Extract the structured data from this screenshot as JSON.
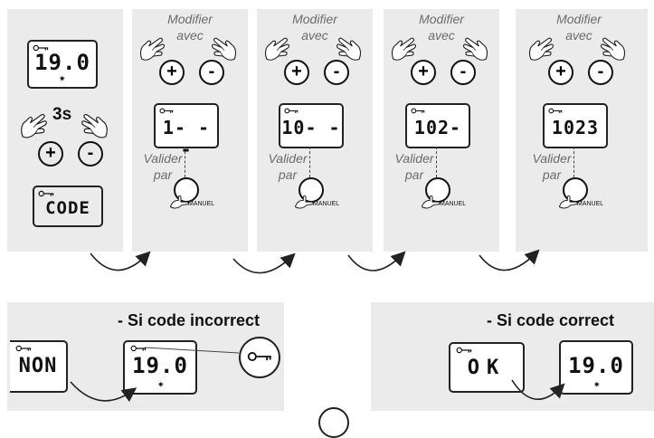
{
  "step1": {
    "display": "19.0",
    "hold_label": "3s",
    "code_display": "CODE"
  },
  "step_labels": {
    "modify": "Modifier\navec",
    "validate": "Valider\npar",
    "manual": "MANUEL"
  },
  "steps": [
    {
      "display": "1- - -"
    },
    {
      "display": "10- -"
    },
    {
      "display": "102-"
    },
    {
      "display": "1023"
    }
  ],
  "buttons": {
    "plus": "+",
    "minus": "-"
  },
  "incorrect": {
    "title": "- Si code incorrect",
    "display_a": "NON",
    "display_b": "19.0"
  },
  "correct": {
    "title": "- Si code correct",
    "display_a": "OK",
    "display_b": "19.0"
  }
}
